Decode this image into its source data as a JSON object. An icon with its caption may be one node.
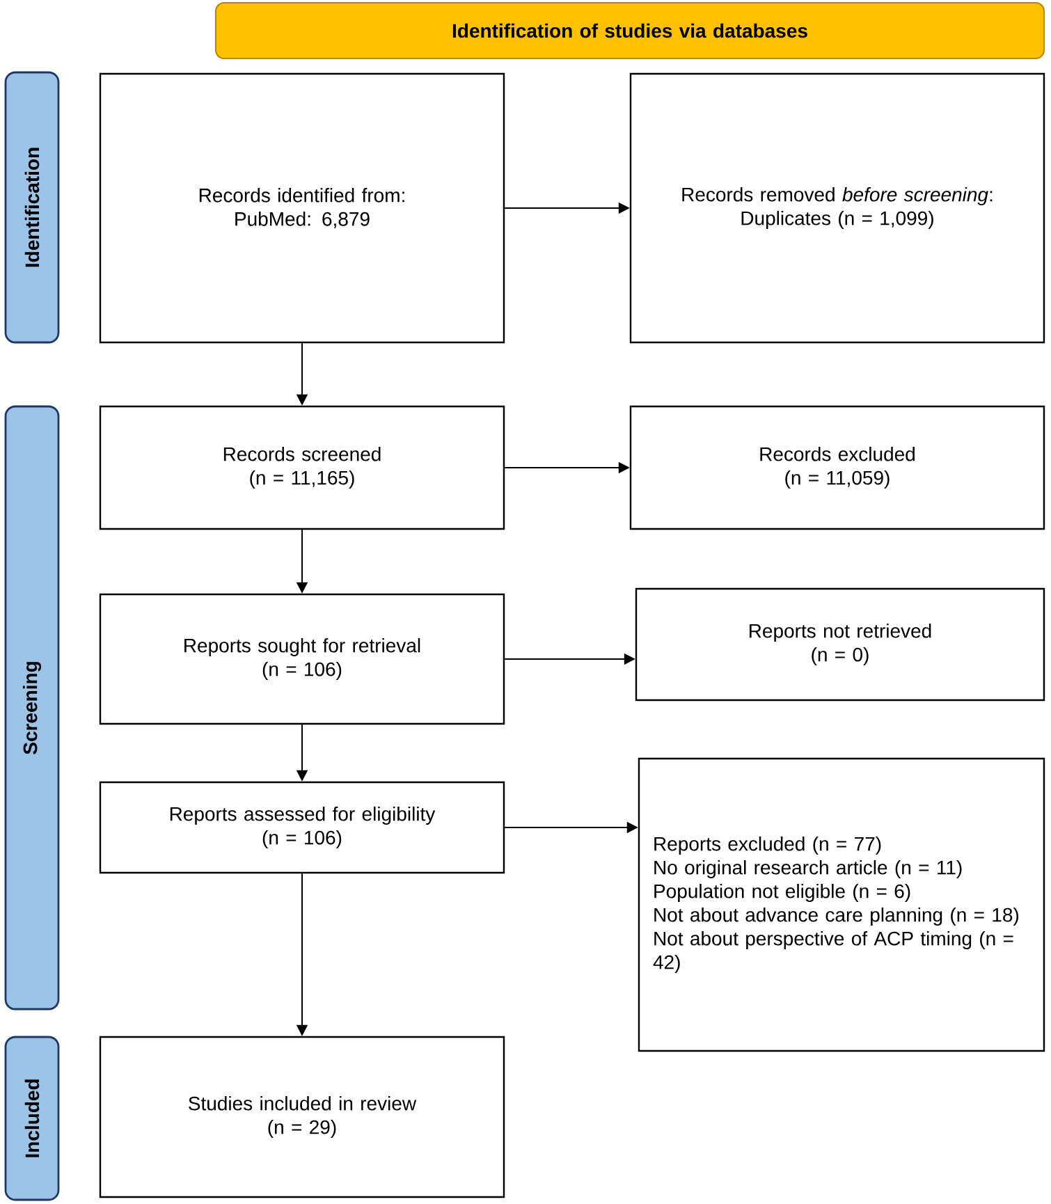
{
  "diagram": {
    "nodes": [
      {
        "text": [
          "Identification of studies via databases"
        ]
      },
      {
        "text": [
          "Identification"
        ]
      },
      {
        "text": [
          "Screening"
        ]
      },
      {
        "text": [
          "Included"
        ]
      },
      {
        "text": [
          "Records identified from:",
          "PubMed: 6,879"
        ]
      },
      {
        "text": [
          "Records removed *before screening*:",
          "Duplicates (n = 1,099)"
        ]
      },
      {
        "text": [
          "Records screened",
          "(n = 11,165)"
        ]
      },
      {
        "text": [
          "Records excluded",
          "(n = 11,059)"
        ]
      },
      {
        "text": [
          "Reports sought for retrieval",
          "(n = 106)"
        ]
      },
      {
        "text": [
          "Reports not retrieved",
          "(n = 0)"
        ]
      },
      {
        "text": [
          "Reports assessed for eligibility",
          "(n = 106)"
        ]
      },
      {
        "text": [
          "Reports excluded (n = 77)",
          "No original research article (n = 11)",
          "Population not eligible (n = 6)",
          "Not about advance care planning (n = 18)",
          "Not about perspective of ACP timing (n = 42)"
        ]
      },
      {
        "text": [
          "Studies included in review",
          "(n = 29)"
        ]
      }
    ],
    "edges": [
      {
        "from": 4,
        "to": 5,
        "arrow": "to"
      },
      {
        "from": 4,
        "to": 6,
        "arrow": "to"
      },
      {
        "from": 6,
        "to": 7,
        "arrow": "to"
      },
      {
        "from": 6,
        "to": 8,
        "arrow": "to"
      },
      {
        "from": 8,
        "to": 9,
        "arrow": "to"
      },
      {
        "from": 8,
        "to": 10,
        "arrow": "to"
      },
      {
        "from": 10,
        "to": 11,
        "arrow": "to"
      },
      {
        "from": 10,
        "to": 12,
        "arrow": "to"
      }
    ]
  }
}
